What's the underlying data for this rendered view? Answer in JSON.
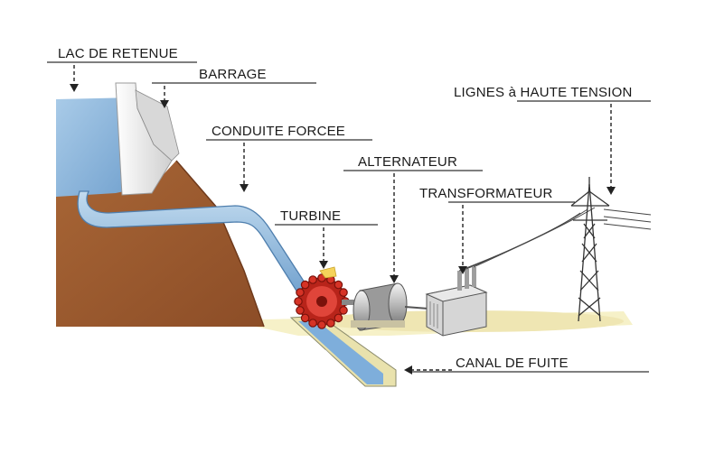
{
  "diagram": {
    "labels": {
      "lac": "LAC DE RETENUE",
      "barrage": "BARRAGE",
      "conduite": "CONDUITE FORCEE",
      "alternateur": "ALTERNATEUR",
      "lignes": "LIGNES à HAUTE TENSION",
      "transformateur": "TRANSFORMATEUR",
      "turbine": "TURBINE",
      "canal": "CANAL DE FUITE"
    },
    "colors": {
      "water": "#8fb9dc",
      "water_dark": "#5d94c4",
      "earth": "#9a5a33",
      "earth_dark": "#7e4422",
      "dam": "#f2f2ef",
      "turbine": "#c62a1b",
      "ground": "#f4eec0"
    }
  }
}
